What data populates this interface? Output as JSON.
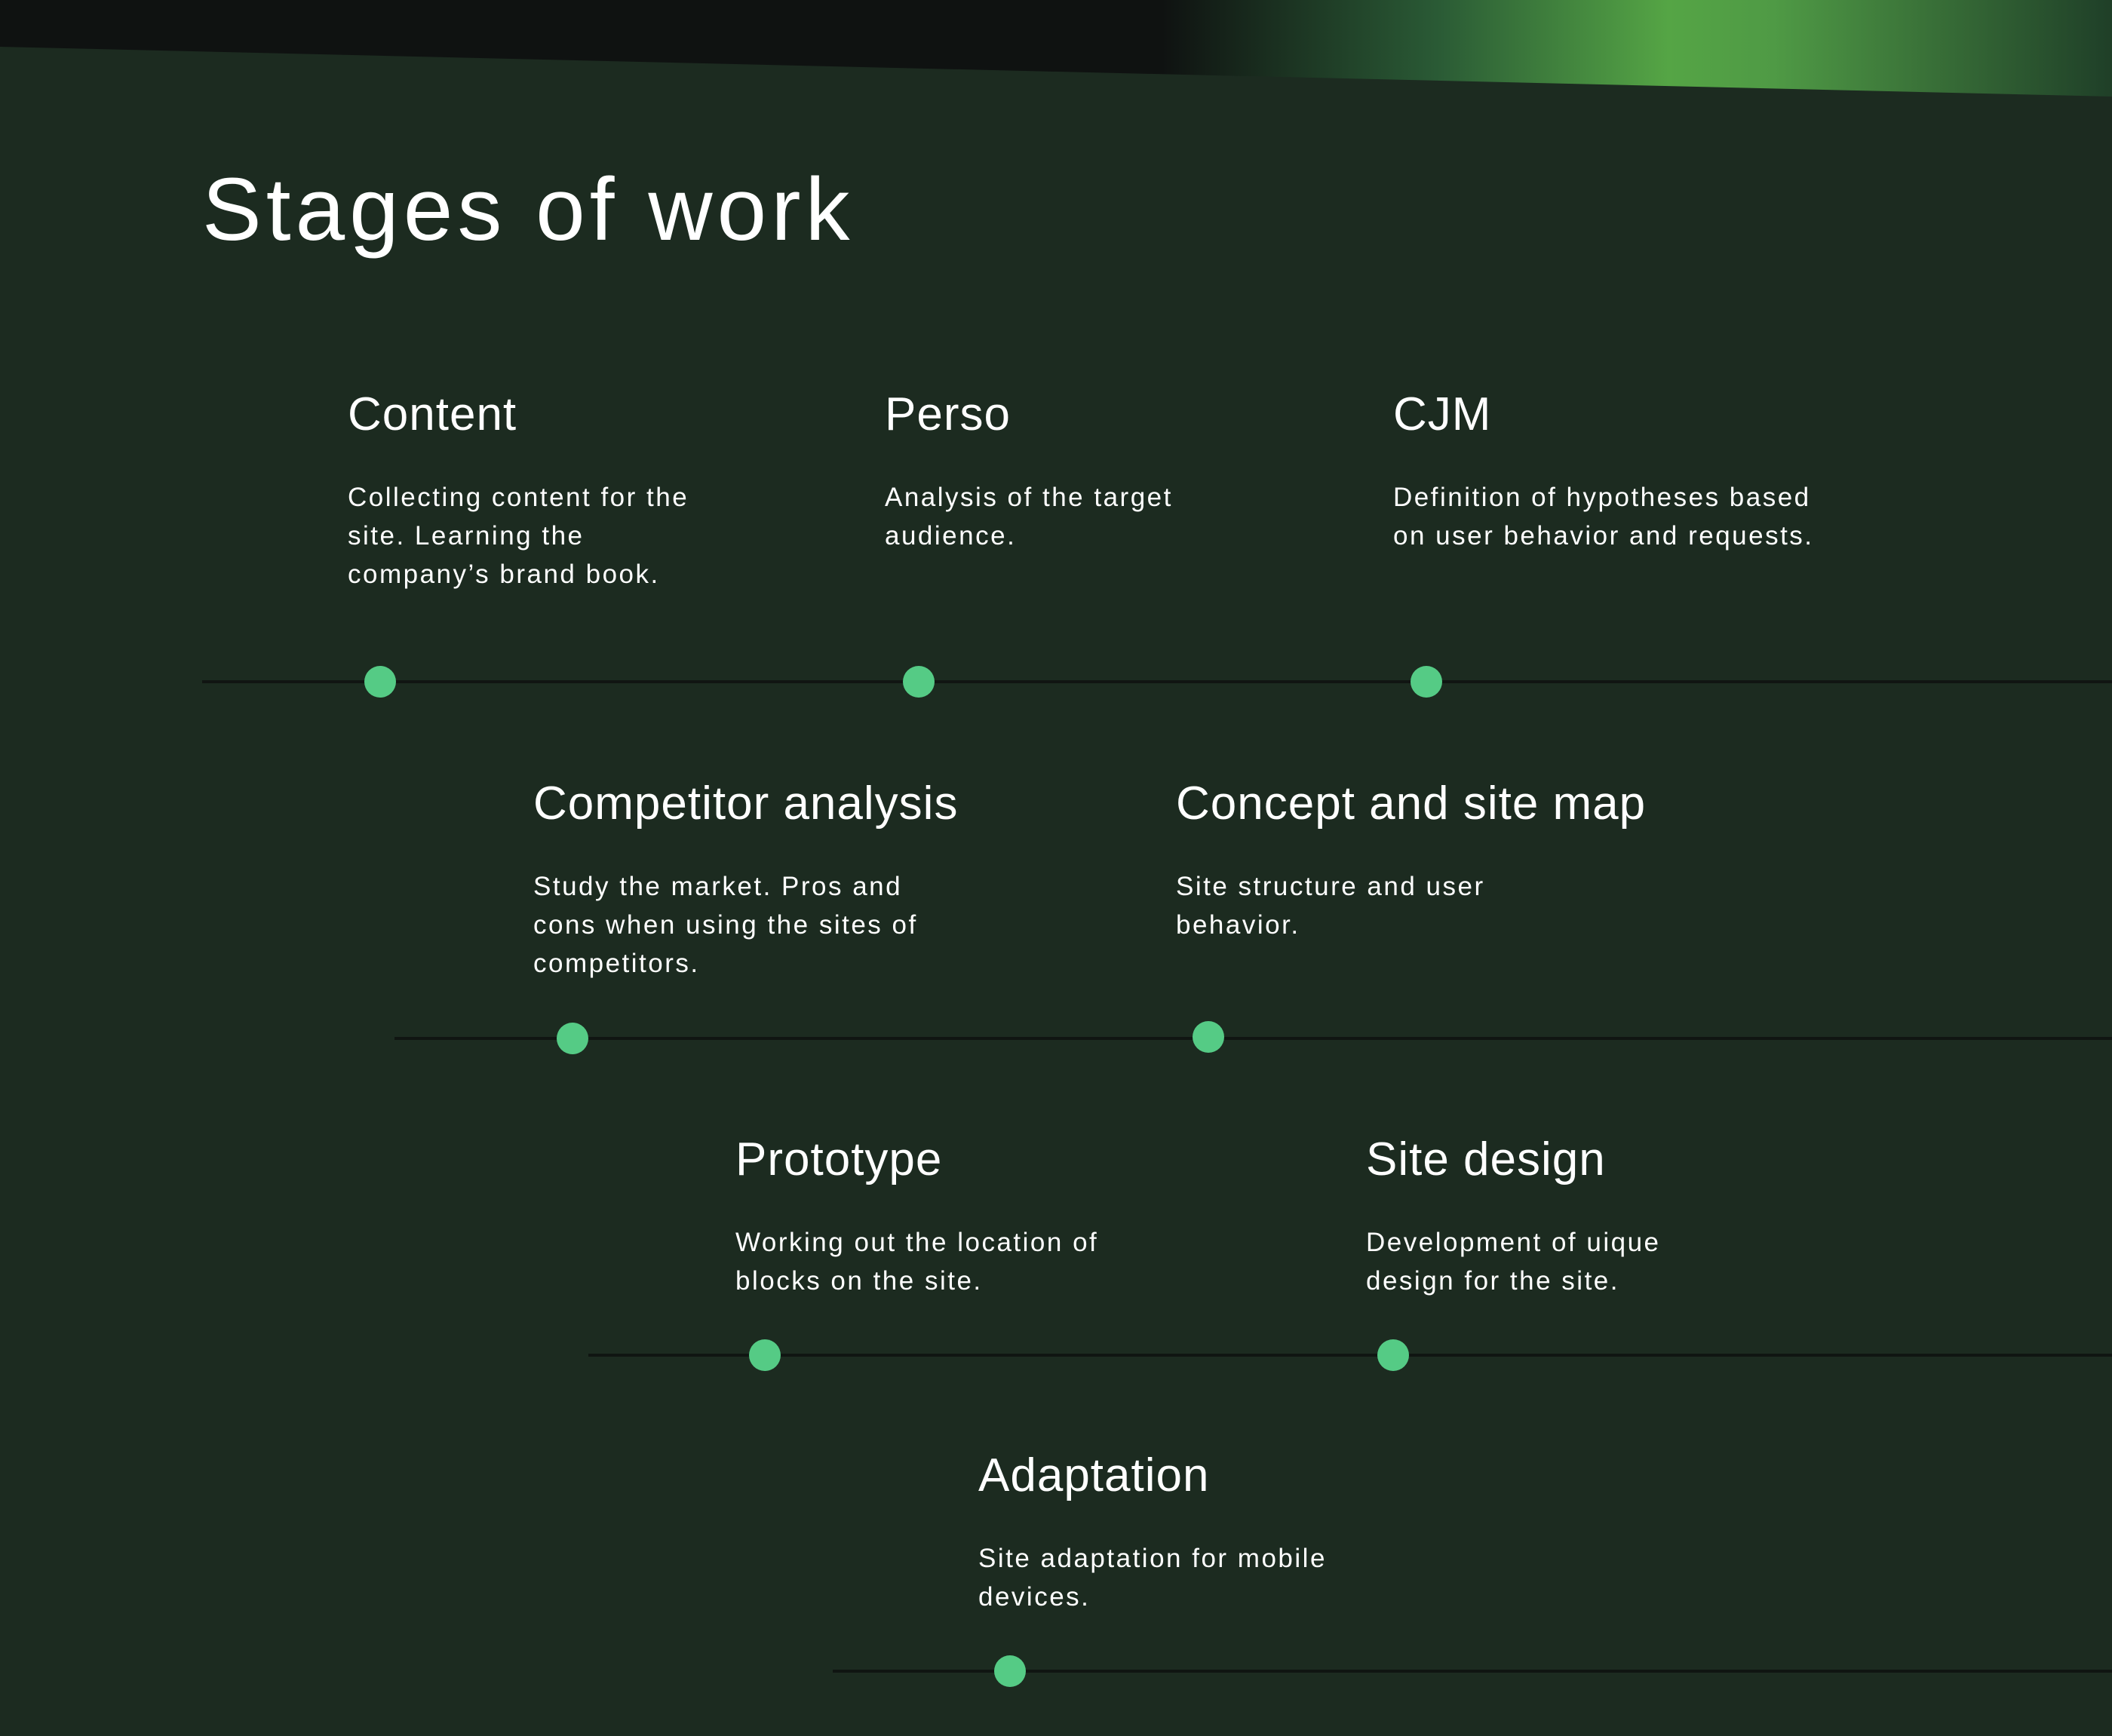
{
  "title": "Stages of work",
  "colors": {
    "background": "#1c2b20",
    "dot": "#55cb85",
    "line": "#101512",
    "accent": "#55a545"
  },
  "stages": [
    {
      "title": "Content",
      "description": "Collecting content for the site. Learning the company’s brand book."
    },
    {
      "title": "Perso",
      "description": "Analysis of the target audience."
    },
    {
      "title": "CJM",
      "description": "Definition of hypotheses based on user behavior and requests."
    },
    {
      "title": "Competitor analysis",
      "description": "Study the market. Pros and cons when using the sites of competitors."
    },
    {
      "title": "Concept and site map",
      "description": "Site structure and user behavior."
    },
    {
      "title": "Prototype",
      "description": "Working out the location of blocks on the site."
    },
    {
      "title": "Site design",
      "description": "Development of uique design for the site."
    },
    {
      "title": "Adaptation",
      "description": "Site adaptation for mobile devices."
    }
  ]
}
